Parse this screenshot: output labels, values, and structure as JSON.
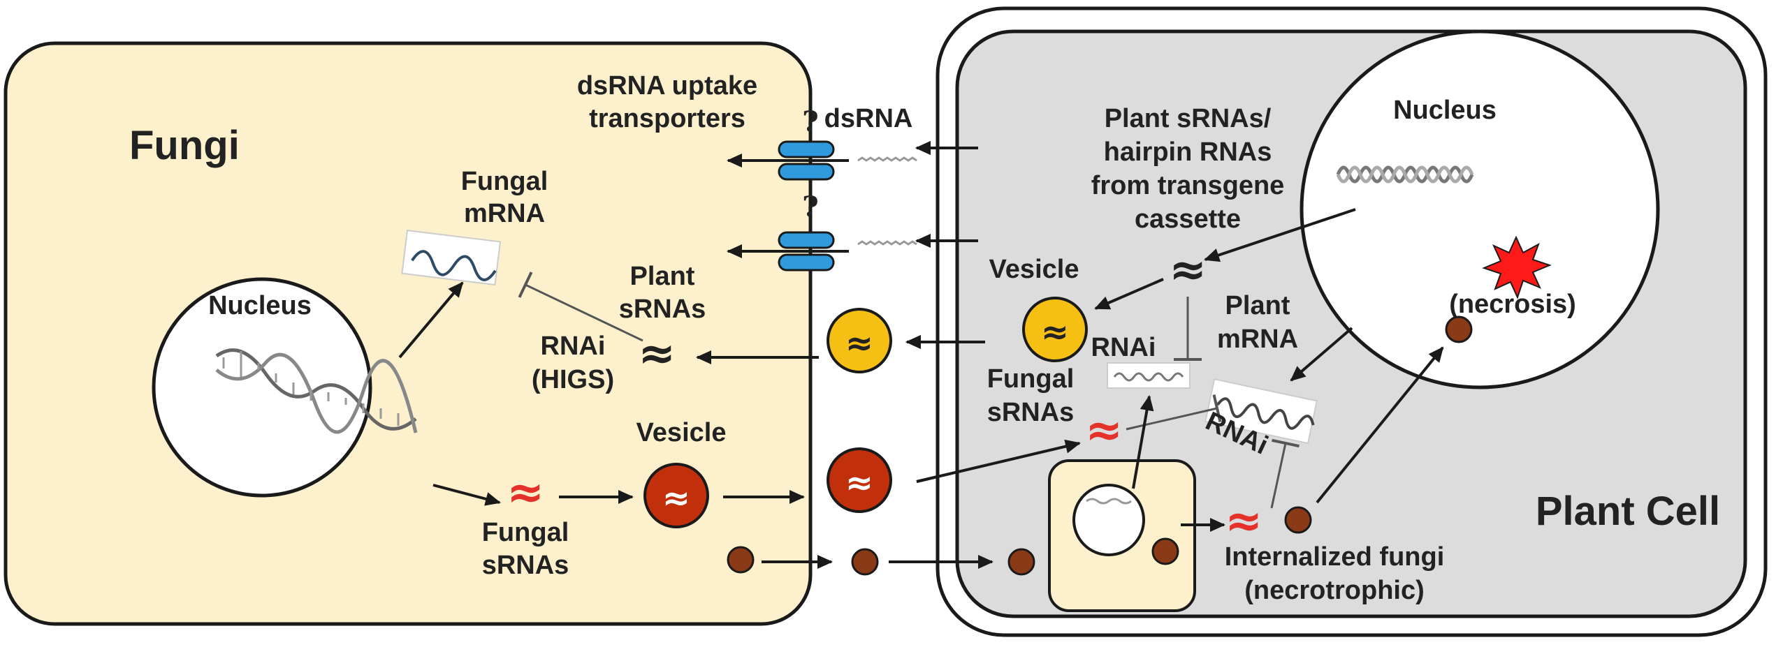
{
  "colors": {
    "fungi_cytoplasm": "#fdf0cd",
    "plant_cytoplasm": "#dcdcdc",
    "vesicle_plant": "#f6bf13",
    "vesicle_fungal": "#c2300b",
    "fungal_particle": "#8a3a17",
    "transporter": "#2f9bdc",
    "necrosis": "#ff1a1a",
    "srna_fungal": "#e4312a",
    "outline": "#1a1a1a"
  },
  "fungi": {
    "title": "Fungi",
    "nucleus_label": "Nucleus",
    "mrna_label": [
      "Fungal",
      "mRNA"
    ],
    "plant_srnas_label": [
      "Plant",
      "sRNAs"
    ],
    "rnai_label": [
      "RNAi",
      "(HIGS)"
    ],
    "fungal_srnas_label": [
      "Fungal",
      "sRNAs"
    ],
    "vesicle_label": "Vesicle"
  },
  "interface": {
    "transporter_label": [
      "dsRNA uptake",
      "transporters"
    ],
    "dsrna_label": "dsRNA",
    "question_mark": "?"
  },
  "plant": {
    "title": "Plant Cell",
    "nucleus_label": "Nucleus",
    "plant_srnas_label": [
      "Plant sRNAs/",
      "hairpin RNAs",
      "from transgene",
      "cassette"
    ],
    "vesicle_label": "Vesicle",
    "rnai_label_1": "RNAi",
    "rnai_label_2": "RNAi",
    "plant_mrna_label": [
      "Plant",
      "mRNA"
    ],
    "fungal_srnas_label": [
      "Fungal",
      "sRNAs"
    ],
    "necrosis_label": "(necrosis)",
    "internalized_label": [
      "Internalized fungi",
      "(necrotrophic)"
    ]
  },
  "glyph": {
    "srna": "≈"
  }
}
